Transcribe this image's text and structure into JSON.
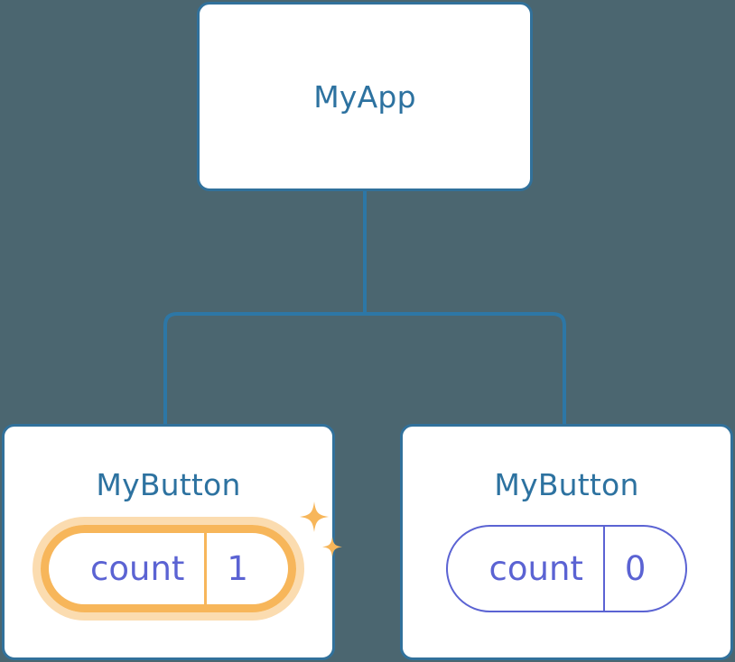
{
  "theme": {
    "background": "#4b6670",
    "card_border": "#31719b",
    "card_fill": "#ffffff",
    "title_text": "#2d72a0",
    "connector": "#2d77a6",
    "state_text": "#5b63d3",
    "state_outline": "#5b63d3",
    "highlight_outline": "#f7b65a",
    "highlight_glow": "#fbdcb0",
    "sparkle": "#f7b65a"
  },
  "tree": {
    "root": {
      "title": "MyApp"
    },
    "children": [
      {
        "title": "MyButton",
        "state": {
          "key": "count",
          "value": "1"
        },
        "highlighted": true,
        "sparkles": true
      },
      {
        "title": "MyButton",
        "state": {
          "key": "count",
          "value": "0"
        },
        "highlighted": false,
        "sparkles": false
      }
    ]
  }
}
